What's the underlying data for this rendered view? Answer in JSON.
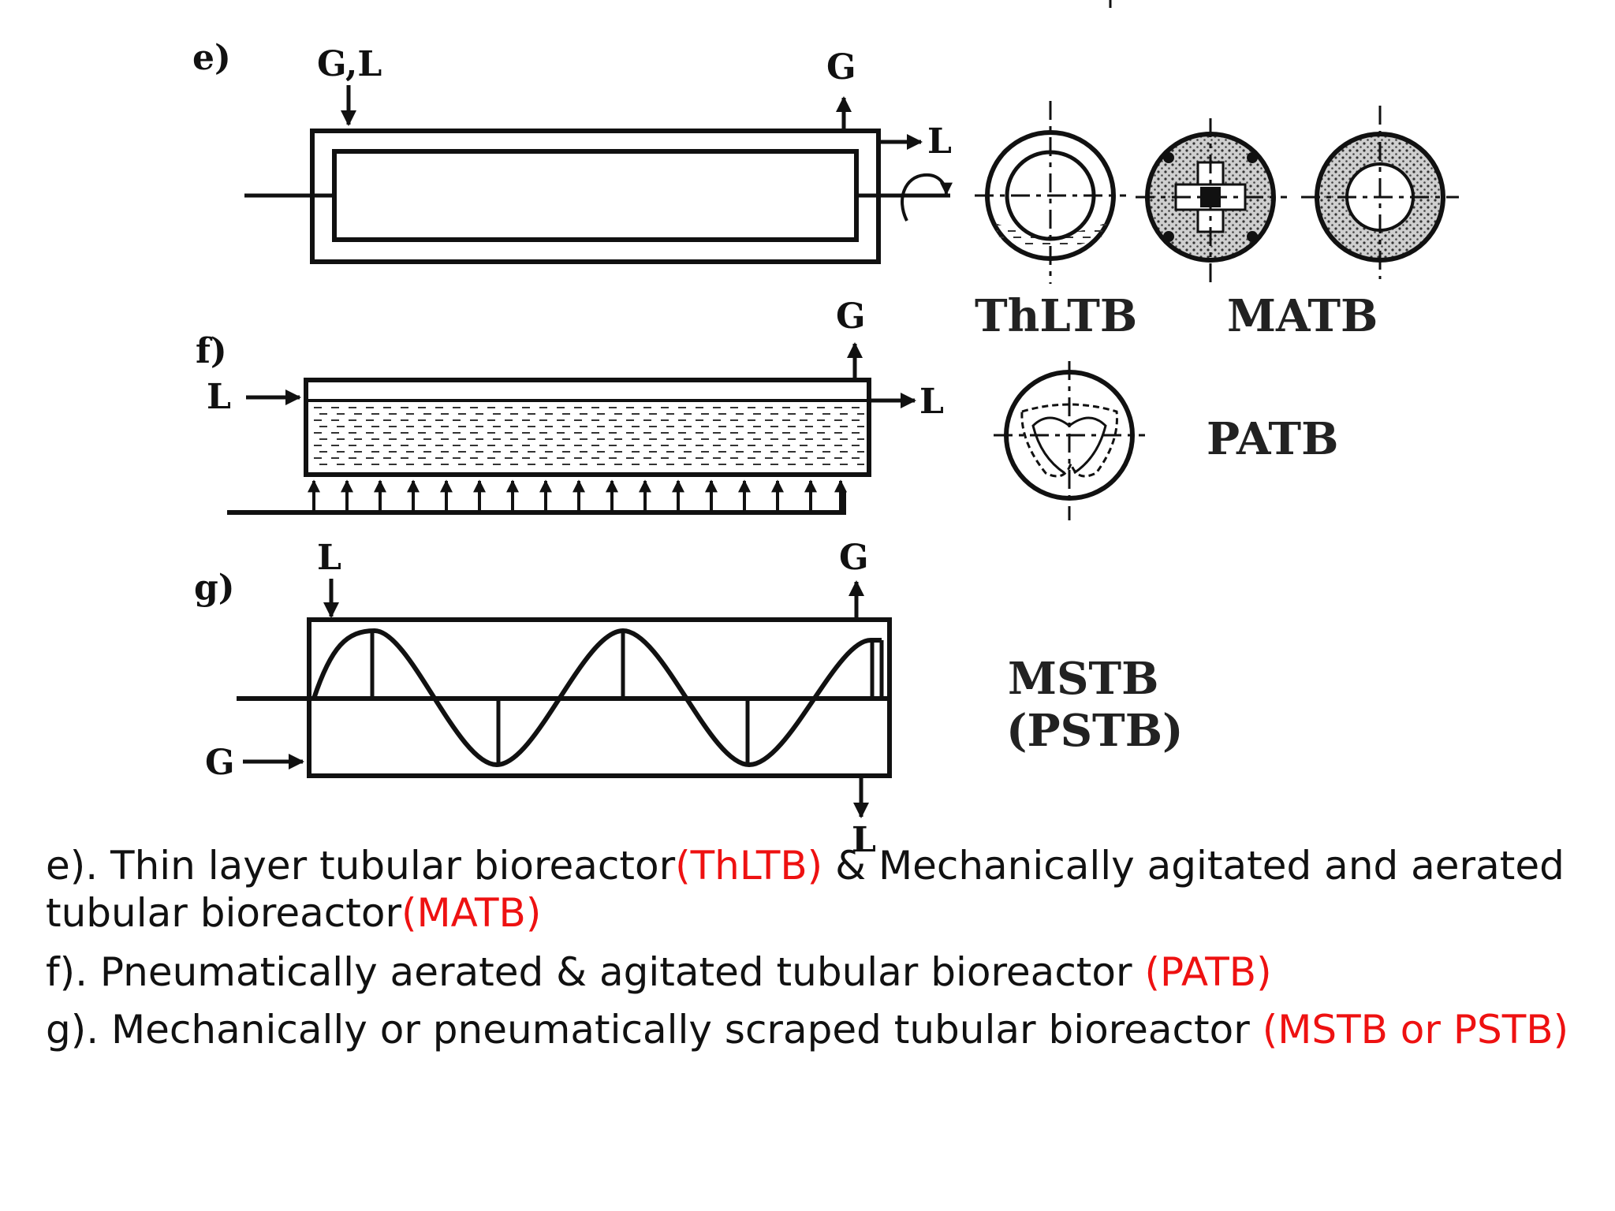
{
  "diagram": {
    "panel_e": {
      "tag": "e)",
      "inlet": "G,L",
      "gas_out": "G",
      "liquid_out": "L",
      "sections": [
        "ThLTB",
        "MATB"
      ]
    },
    "panel_f": {
      "tag": "f)",
      "liquid_in": "L",
      "gas_out": "G",
      "liquid_out": "L",
      "section": "PATB"
    },
    "panel_g": {
      "tag": "g)",
      "liquid_in": "L",
      "gas_out": "G",
      "gas_in": "G",
      "liquid_out": "L",
      "section_line1": "MSTB",
      "section_line2": "(PSTB)"
    }
  },
  "caption": {
    "e_text": "e). Thin layer tubular bioreactor",
    "e_abbr": "(ThLTB)",
    "e_mid": " & Mechanically agitated and aerated",
    "e_text2": "tubular bioreactor",
    "e_abbr2": "(MATB)",
    "f_text": "f). Pneumatically aerated & agitated tubular bioreactor ",
    "f_abbr": "(PATB)",
    "g_text": "g). Mechanically or pneumatically scraped tubular bioreactor ",
    "g_abbr": "(MSTB or PSTB)"
  },
  "colors": {
    "highlight": "#ee1111",
    "ink": "#111111"
  }
}
